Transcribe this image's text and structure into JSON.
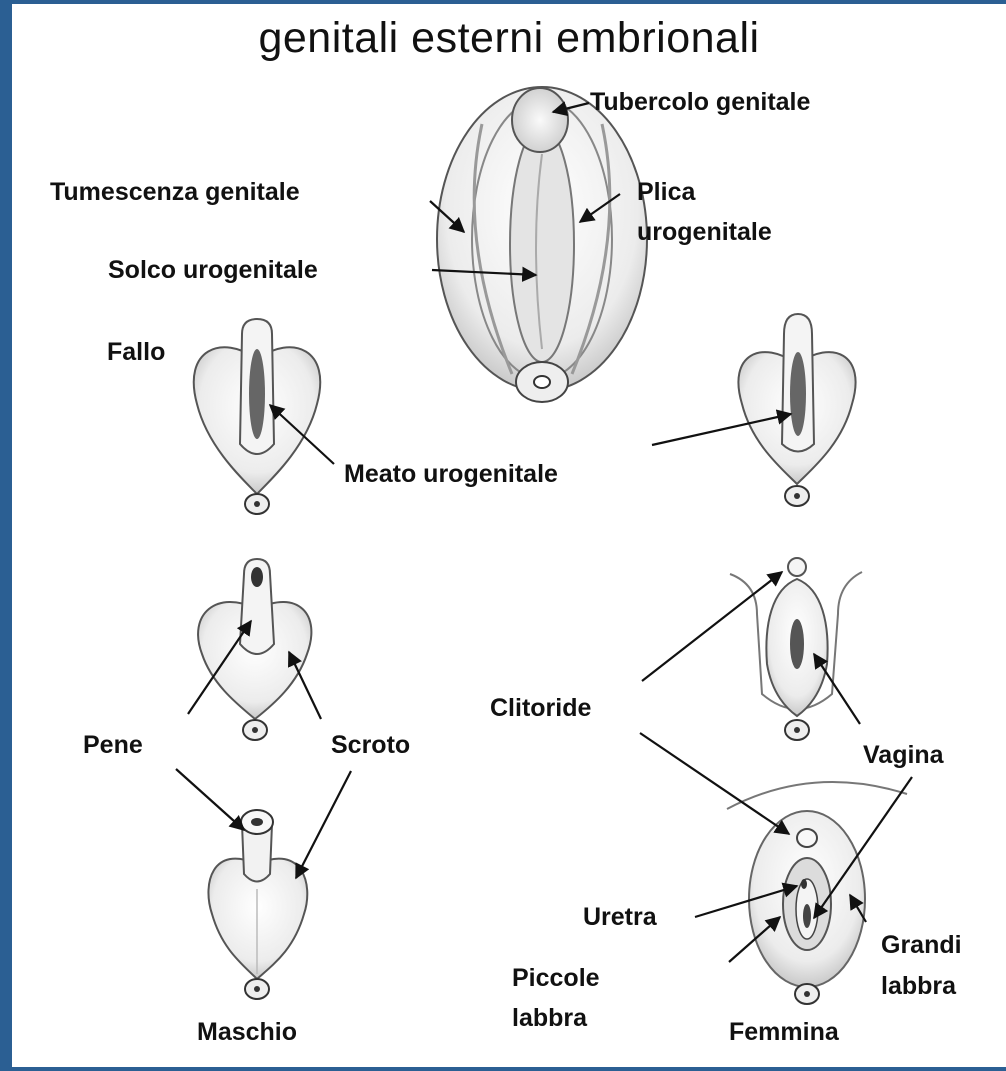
{
  "title": "genitali esterni embrionali",
  "labels": {
    "tubercolo_genitale": "Tubercolo genitale",
    "tumescenza_genitale": "Tumescenza genitale",
    "plica_urogenitale_line1": "Plica",
    "plica_urogenitale_line2": "urogenitale",
    "solco_urogenitale": "Solco urogenitale",
    "fallo": "Fallo",
    "meato_urogenitale": "Meato urogenitale",
    "clitoride": "Clitoride",
    "pene": "Pene",
    "scroto": "Scroto",
    "vagina": "Vagina",
    "uretra": "Uretra",
    "grandi_labbra_line1": "Grandi",
    "grandi_labbra_line2": "labbra",
    "piccole_labbra_line1": "Piccole",
    "piccole_labbra_line2": "labbra",
    "maschio": "Maschio",
    "femmina": "Femmina"
  },
  "colors": {
    "background_frame": "#2b5f93",
    "page": "#ffffff",
    "ink": "#111111",
    "tissue": "#f2f2f2"
  }
}
